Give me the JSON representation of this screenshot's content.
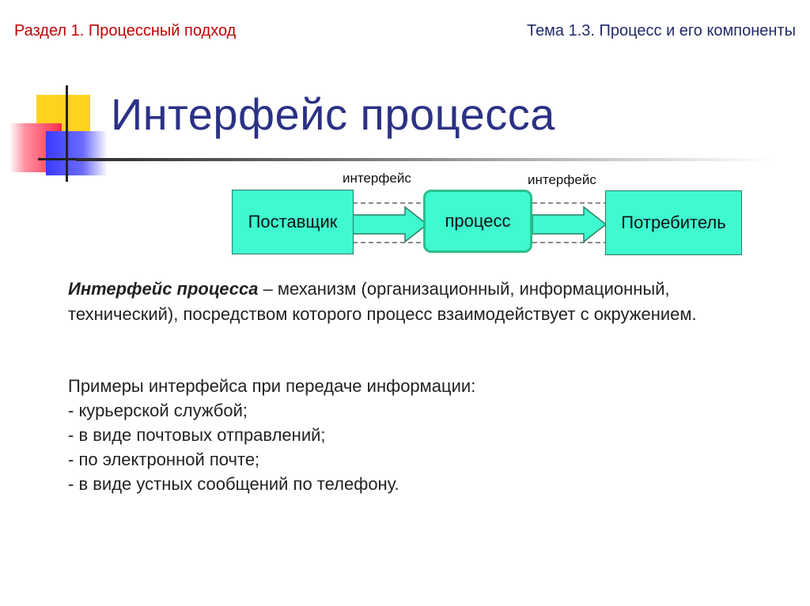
{
  "header": {
    "section": "Раздел 1. Процессный подход",
    "topic": "Тема 1.3. Процесс и его компоненты"
  },
  "title": "Интерфейс процесса",
  "diagram": {
    "supplier": "Поставщик",
    "process": "процесс",
    "consumer": "Потребитель",
    "interface_label_1": "интерфейс",
    "interface_label_2": "интерфейс"
  },
  "definition": {
    "term": "Интерфейс процесса",
    "text": " – механизм (организационный, информационный, технический), посредством которого процесс взаимодействует с окружением."
  },
  "examples": {
    "intro": "Примеры интерфейса при передаче информации:",
    "items": [
      "- курьерской службой;",
      "- в виде почтовых отправлений;",
      "- по электронной почте;",
      "- в виде устных сообщений по телефону."
    ]
  },
  "colors": {
    "section_header": "#c00000",
    "title": "#2b3185",
    "box_fill": "#3ffacf",
    "process_border": "#2bbf8c"
  }
}
